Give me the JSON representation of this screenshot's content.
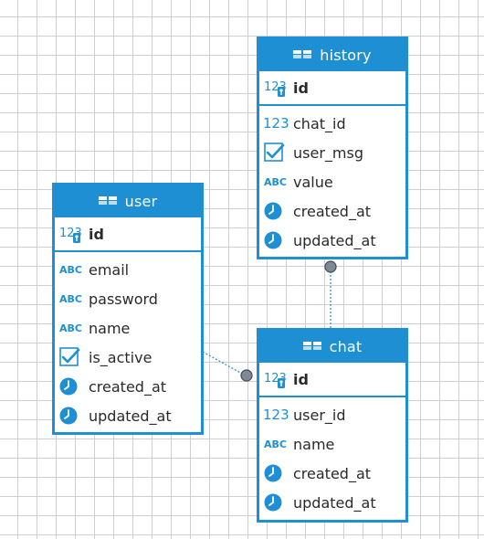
{
  "colors": {
    "accent": "#1e8fd3",
    "grid": "#cfcfcf",
    "connector": "#7d8a95"
  },
  "entities": {
    "history": {
      "title": "history",
      "pk": {
        "name": "id",
        "icon": "numeric-key-icon"
      },
      "columns": [
        {
          "name": "chat_id",
          "icon": "numeric-icon"
        },
        {
          "name": "user_msg",
          "icon": "checkbox-icon"
        },
        {
          "name": "value",
          "icon": "text-icon"
        },
        {
          "name": "created_at",
          "icon": "clock-icon"
        },
        {
          "name": "updated_at",
          "icon": "clock-icon"
        }
      ]
    },
    "user": {
      "title": "user",
      "pk": {
        "name": "id",
        "icon": "numeric-key-icon"
      },
      "columns": [
        {
          "name": "email",
          "icon": "text-icon"
        },
        {
          "name": "password",
          "icon": "text-icon"
        },
        {
          "name": "name",
          "icon": "text-icon"
        },
        {
          "name": "is_active",
          "icon": "checkbox-icon"
        },
        {
          "name": "created_at",
          "icon": "clock-icon"
        },
        {
          "name": "updated_at",
          "icon": "clock-icon"
        }
      ]
    },
    "chat": {
      "title": "chat",
      "pk": {
        "name": "id",
        "icon": "numeric-key-icon"
      },
      "columns": [
        {
          "name": "user_id",
          "icon": "numeric-icon"
        },
        {
          "name": "name",
          "icon": "text-icon"
        },
        {
          "name": "created_at",
          "icon": "clock-icon"
        },
        {
          "name": "updated_at",
          "icon": "clock-icon"
        }
      ]
    }
  },
  "relations": [
    {
      "from": "history",
      "to": "chat"
    },
    {
      "from": "user",
      "to": "chat"
    }
  ]
}
